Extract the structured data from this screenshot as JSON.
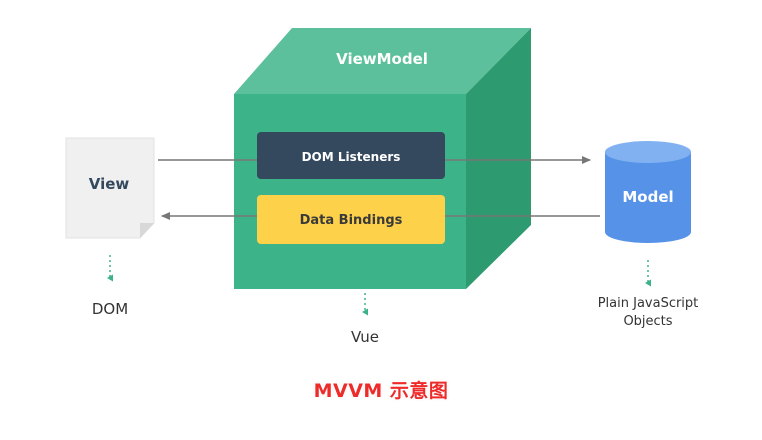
{
  "view": {
    "label": "View",
    "sublabel": "DOM"
  },
  "viewmodel": {
    "label": "ViewModel",
    "sublabel": "Vue",
    "dom_listeners": "DOM Listeners",
    "data_bindings": "Data Bindings"
  },
  "model": {
    "label": "Model",
    "sublabel_line1": "Plain JavaScript",
    "sublabel_line2": "Objects"
  },
  "caption": "MVVM 示意图",
  "colors": {
    "cube_front": "#3cb388",
    "cube_top": "#5cc09d",
    "cube_side": "#2d9a70",
    "dom_listeners_bg": "#34485e",
    "data_bindings_bg": "#fdd24a",
    "model_blue": "#5692e8",
    "model_top": "#82b1f2",
    "view_page": "#f0f0f0",
    "arrow": "#777777",
    "dashed_teal": "#3db28a",
    "caption_red": "#ee2b2b"
  }
}
